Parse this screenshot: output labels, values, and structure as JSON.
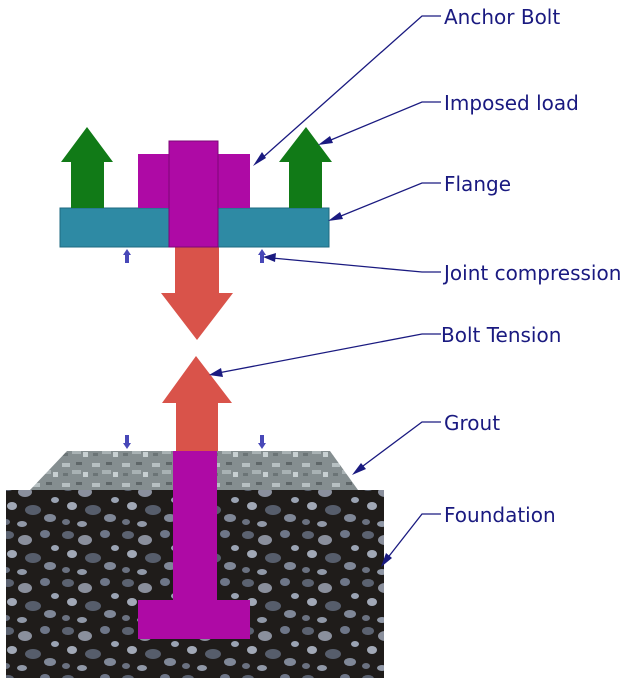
{
  "labels": {
    "anchor_bolt": "Anchor Bolt",
    "imposed_load": "Imposed load",
    "flange": "Flange",
    "joint_compression": "Joint compression",
    "bolt_tension": "Bolt Tension",
    "grout": "Grout",
    "foundation": "Foundation"
  },
  "colors": {
    "label_text": "#1a1a80",
    "imposed_load_arrow": "#117a17",
    "anchor_bolt": "#ae0aa5",
    "flange": "#2e8aa4",
    "bolt_tension_arrow": "#d9534a",
    "compression_arrow": "#4848b8",
    "grout": "#8c9596",
    "foundation": "#1f1c1a"
  }
}
